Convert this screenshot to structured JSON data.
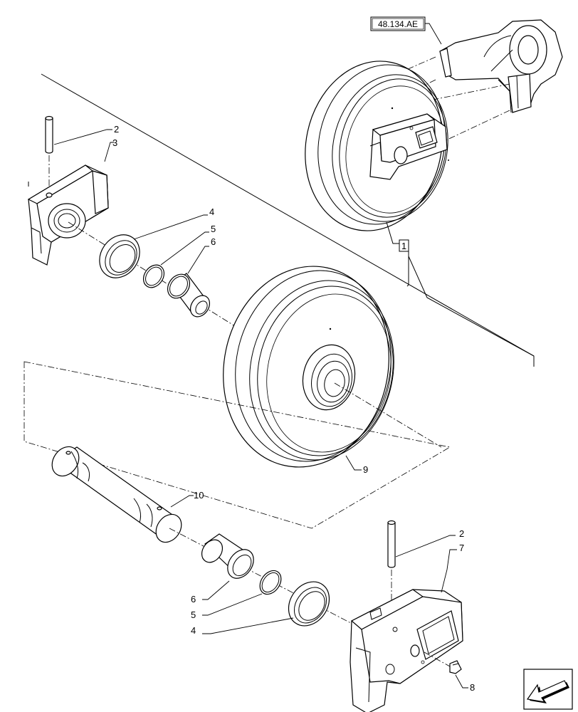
{
  "reference": {
    "text": "48.134.AE"
  },
  "labels": {
    "pin_top": "2",
    "housing_left": "3",
    "seal_top": "4",
    "oring_top": "5",
    "bushing_top": "6",
    "group": "1",
    "idler_wheel": "9",
    "shaft": "10",
    "pin_bottom": "2",
    "housing_right": "7",
    "bushing_bottom": "6",
    "oring_bottom": "5",
    "seal_bottom": "4",
    "plug": "8"
  },
  "icons": {
    "nav": "arrow-icon"
  }
}
